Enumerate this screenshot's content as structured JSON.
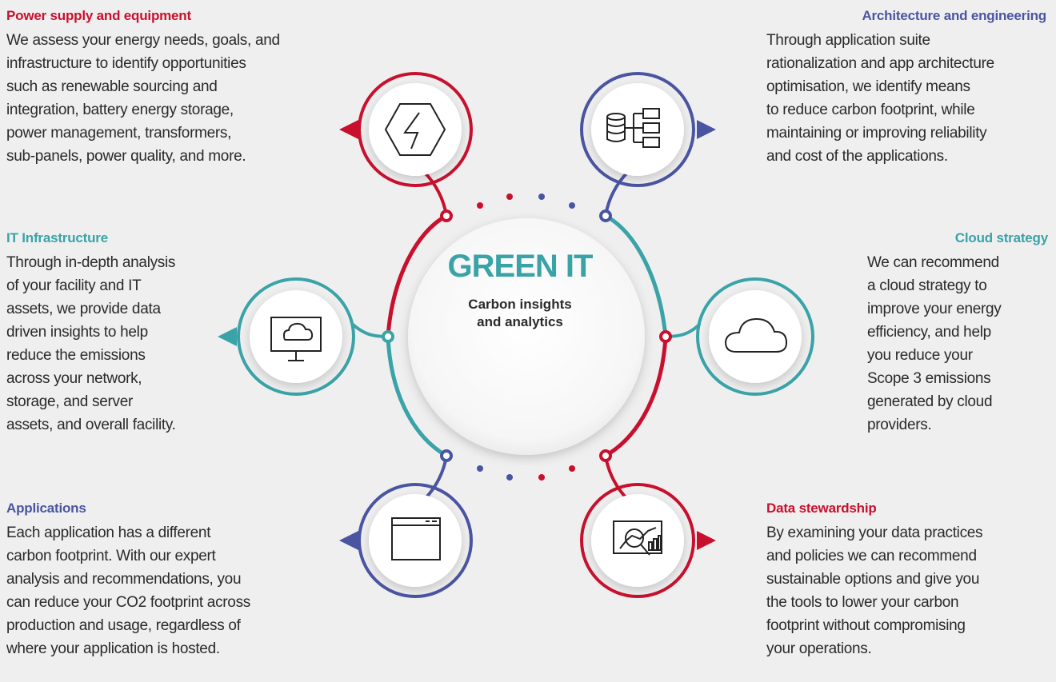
{
  "colors": {
    "red": "#c8102e",
    "blue": "#4a55a2",
    "teal": "#3aa3a8",
    "background": "#efefef"
  },
  "center": {
    "title": "GREEN IT",
    "subtitle_line1": "Carbon insights",
    "subtitle_line2": "and analytics"
  },
  "sections": {
    "power": {
      "heading": "Power supply and equipment",
      "lines": [
        "We assess your energy needs, goals, and",
        "infrastructure to identify opportunities",
        "such as renewable sourcing and",
        "integration, battery energy storage,",
        "power management, transformers,",
        "sub-panels, power quality, and more."
      ],
      "icon": "lightning-hexagon-icon"
    },
    "architecture": {
      "heading": "Architecture and engineering",
      "lines": [
        "Through application suite",
        "rationalization and app architecture",
        "optimisation, we identify means",
        "to reduce carbon footprint, while",
        "maintaining or improving reliability",
        "and cost of the applications."
      ],
      "icon": "database-hierarchy-icon"
    },
    "it": {
      "heading": "IT Infrastructure",
      "lines": [
        "Through in-depth analysis",
        "of your facility and IT",
        "assets, we provide data",
        "driven insights to help",
        "reduce the emissions",
        "across your network,",
        "storage, and server",
        "assets, and overall facility."
      ],
      "icon": "cloud-monitor-icon"
    },
    "cloud": {
      "heading": "Cloud strategy",
      "lines": [
        "We can recommend",
        "a cloud strategy to",
        "improve your energy",
        "efficiency, and help",
        "you reduce your",
        "Scope 3 emissions",
        "generated by cloud",
        "providers."
      ],
      "icon": "cloud-icon"
    },
    "applications": {
      "heading": "Applications",
      "lines": [
        "Each application has a different",
        "carbon footprint. With our expert",
        "analysis and recommendations, you",
        "can reduce your CO2 footprint across",
        "production and usage, regardless of",
        "where your application is hosted."
      ],
      "icon": "browser-window-icon"
    },
    "data": {
      "heading": "Data stewardship",
      "lines": [
        "By examining your data practices",
        "and policies we can recommend",
        "sustainable options and give you",
        "the tools to lower your carbon",
        "footprint without compromising",
        "your operations."
      ],
      "icon": "data-analysis-icon"
    }
  }
}
